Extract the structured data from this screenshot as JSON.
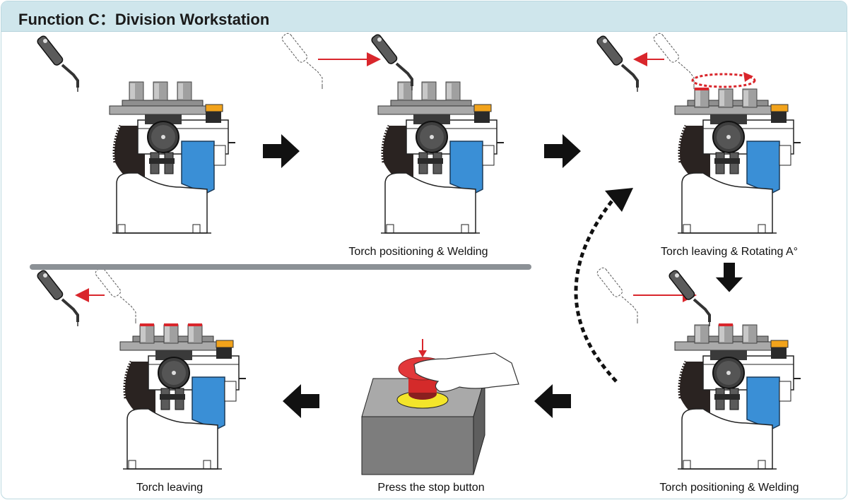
{
  "header": {
    "title": "Function C：Division Workstation"
  },
  "steps": [
    {
      "caption": ""
    },
    {
      "caption": "Torch positioning & Welding"
    },
    {
      "caption": "Torch leaving & Rotating A°"
    },
    {
      "caption": "Torch positioning & Welding"
    },
    {
      "caption": "Press the stop button"
    },
    {
      "caption": "Torch leaving"
    }
  ],
  "colors": {
    "header_bg": "#cfe6ec",
    "motor_blue": "#3a8fd6",
    "accent_red": "#d9262c",
    "orange_sensor": "#f2a31b",
    "stop_button_red": "#d42a2a",
    "stop_ring_yellow": "#f3e52a",
    "divider_gray": "#8c9196"
  },
  "icons": [
    "welding-torch-icon",
    "positioner-machine-icon",
    "arrow-right-icon",
    "arrow-left-icon",
    "arrow-down-icon",
    "stop-button-icon",
    "hand-icon",
    "rotation-arrow-icon"
  ]
}
